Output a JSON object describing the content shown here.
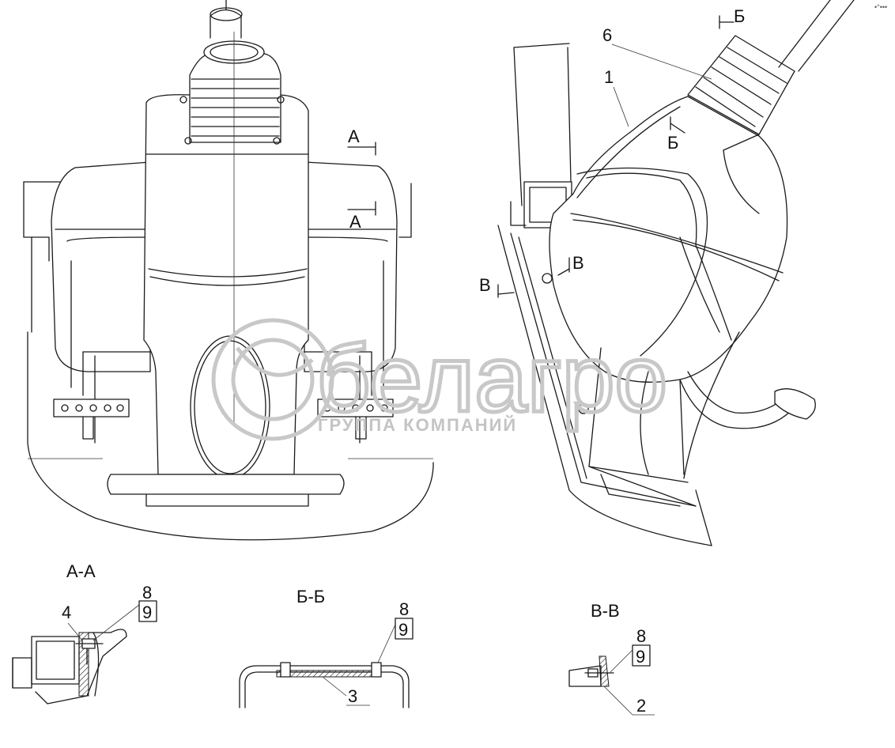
{
  "corner_mark": "•°•••",
  "views": {
    "section_marks": {
      "a_upper": "А",
      "a_lower": "А",
      "b_upper": "Б",
      "b_lower": "Б",
      "v_left": "В",
      "v_right": "В"
    },
    "side_callouts": {
      "p1": "1",
      "p6": "6"
    }
  },
  "sections": {
    "aa": {
      "title": "А-А",
      "callout_4": "4",
      "callout_8": "8",
      "callout_9": "9"
    },
    "bb": {
      "title": "Б-Б",
      "callout_8": "8",
      "callout_9": "9",
      "callout_3": "3"
    },
    "vv": {
      "title": "В-В",
      "callout_8": "8",
      "callout_9": "9",
      "callout_2": "2"
    }
  },
  "watermark": {
    "brand": "белагро",
    "subtitle": "ГРУППА КОМПАНИЙ"
  }
}
